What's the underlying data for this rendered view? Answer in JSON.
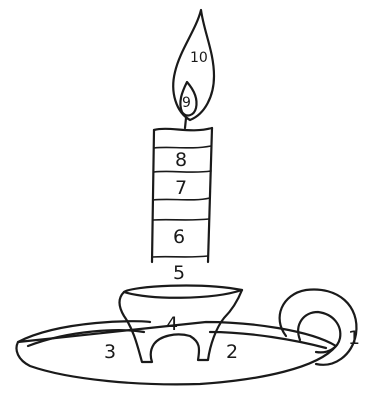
{
  "labels": {
    "one": "1",
    "two": "2",
    "three": "3",
    "four": "4",
    "five": "5",
    "six": "6",
    "seven": "7",
    "eight": "8",
    "nine": "9",
    "ten": "10"
  },
  "colors": {
    "ink": "#1a1a1a",
    "background": "#ffffff"
  }
}
